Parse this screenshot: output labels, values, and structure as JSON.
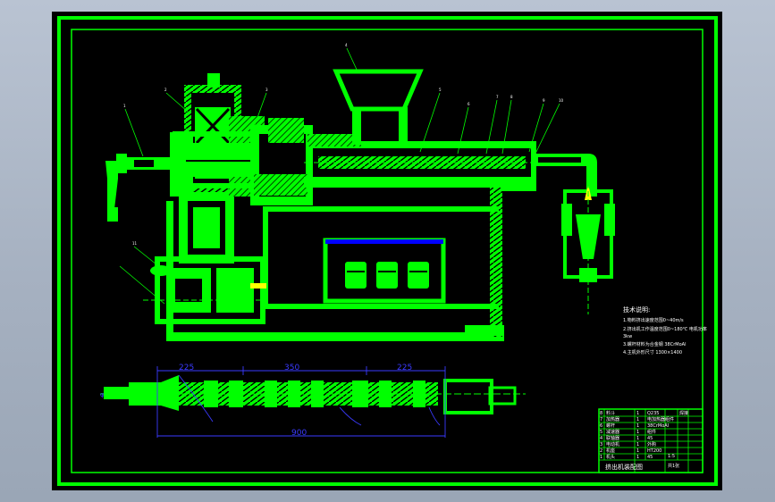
{
  "drawing": {
    "colors": {
      "background": "#000000",
      "frame": "#00ff00",
      "part": "#00ff00",
      "hatch": "#004400",
      "dimension": "#3a3aff",
      "panel_bar": "#0000ff",
      "note_text": "#ffffff",
      "accent": "#ffff00"
    },
    "dimensions": {
      "length_1": "225",
      "length_2": "350",
      "length_3": "225",
      "total_length": "900",
      "left_diameter": "φ"
    },
    "notes": {
      "title": "技术说明:",
      "line_1": "1.物料挤出速度范围0~40m/s",
      "line_2": "2.挤出机工作温度范围0~180℃  电机功率",
      "line_3": "3kw",
      "line_4": "3.螺杆材料为合金钢  38CrMoAl",
      "line_5": "4.主机外形尺寸 1300×1400"
    },
    "title_block": {
      "rows": [
        [
          "8",
          "料斗",
          "1",
          "Q235",
          "焊接"
        ],
        [
          "7",
          "加热器",
          "1",
          "电加热器组件",
          ""
        ],
        [
          "6",
          "螺杆",
          "1",
          "38CrMoAl",
          ""
        ],
        [
          "5",
          "减速器",
          "1",
          "组件",
          ""
        ],
        [
          "4",
          "联轴器",
          "1",
          "45",
          ""
        ],
        [
          "3",
          "电动机",
          "1",
          "外购",
          ""
        ],
        [
          "2",
          "机座",
          "1",
          "HT200",
          ""
        ],
        [
          "1",
          "机头",
          "1",
          "45",
          ""
        ]
      ],
      "drawing_title": "挤出机装配图",
      "scale": "1:5",
      "sheet": "共1张"
    },
    "leader_labels": [
      "1",
      "2",
      "3",
      "4",
      "5",
      "6",
      "7",
      "8",
      "9",
      "10",
      "11"
    ]
  }
}
